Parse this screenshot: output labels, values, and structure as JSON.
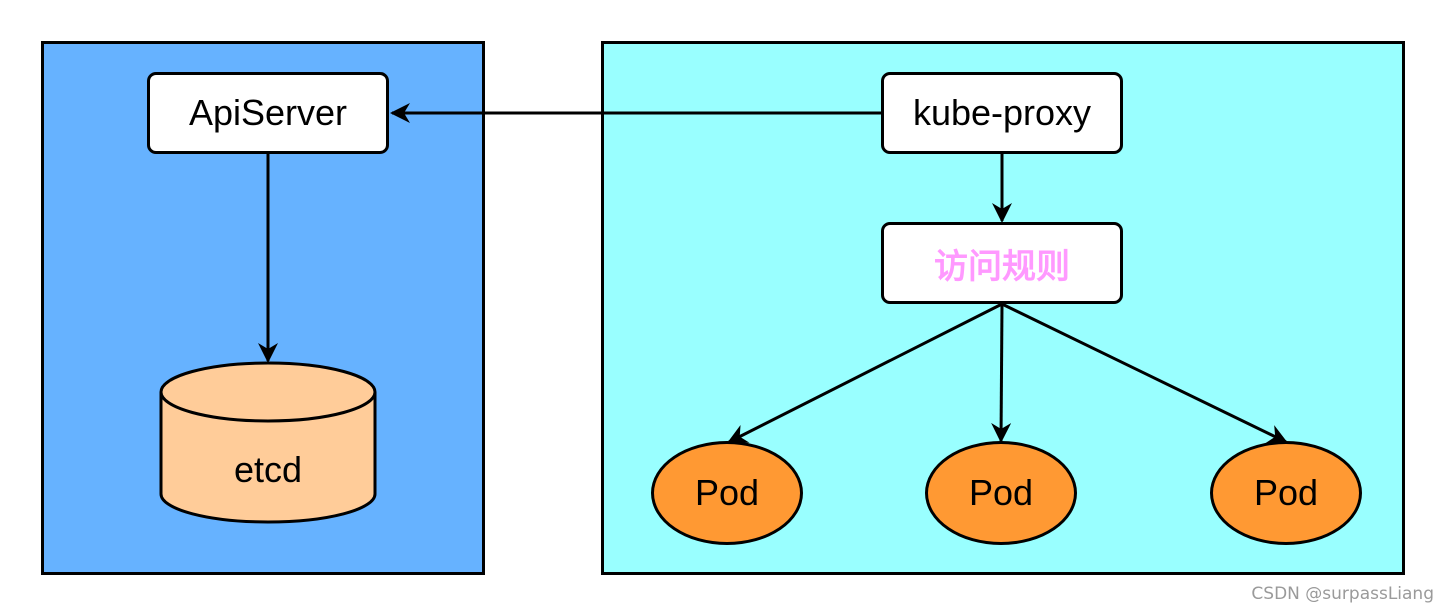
{
  "colors": {
    "master_panel_bg": "#66b2ff",
    "node_panel_bg": "#99ffff",
    "etcd_fill": "#ffcc99",
    "pod_fill": "#ff9933",
    "rules_text": "#ff99ff",
    "stroke": "#000000"
  },
  "master": {
    "apiserver_label": "ApiServer",
    "etcd_label": "etcd"
  },
  "node": {
    "kube_proxy_label": "kube-proxy",
    "rules_label": "访问规则",
    "pods": [
      {
        "label": "Pod"
      },
      {
        "label": "Pod"
      },
      {
        "label": "Pod"
      }
    ]
  },
  "watermark": "CSDN @surpassLiang"
}
